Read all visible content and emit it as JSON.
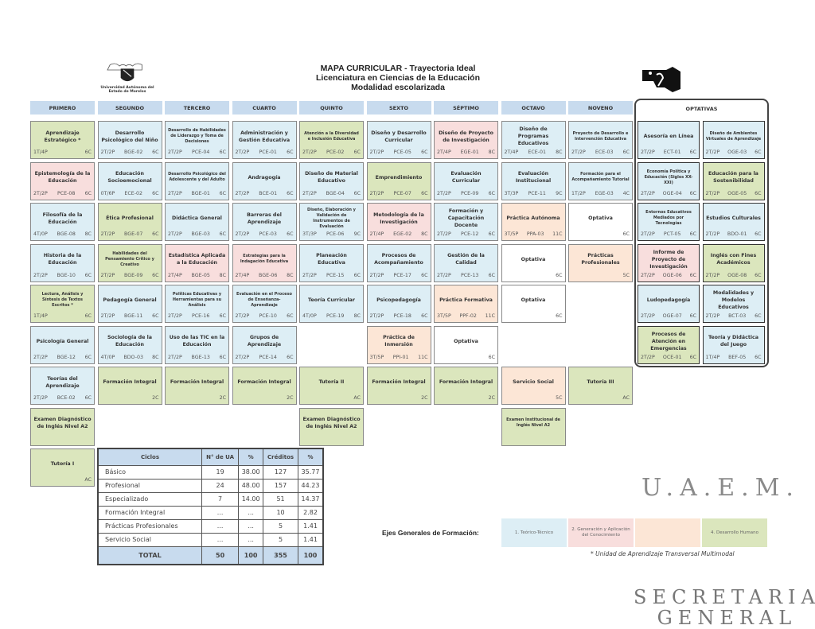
{
  "header": {
    "title": "MAPA CURRICULAR - Trayectoria Ideal",
    "subtitle": "Licenciatura en Ciencias de la Educación",
    "modality": "Modalidad escolarizada",
    "university_line1": "Universidad Autónoma del",
    "university_line2": "Estado de Morelos"
  },
  "semesters": [
    {
      "label": "PRIMERO",
      "courses": [
        {
          "name": "Aprendizaje Estratégico *",
          "hours": "1T/4P",
          "code": "",
          "credits": "6C",
          "type": "green"
        },
        {
          "name": "Epistemología de la Educación",
          "hours": "2T/2P",
          "code": "PCE-08",
          "credits": "6C",
          "type": "pink"
        },
        {
          "name": "Filosofía de la Educación",
          "hours": "4T/0P",
          "code": "BGE-08",
          "credits": "8C",
          "type": "blue"
        },
        {
          "name": "Historia de la Educación",
          "hours": "2T/2P",
          "code": "BGE-10",
          "credits": "6C",
          "type": "blue"
        },
        {
          "name": "Lectura, Análisis y Síntesis de Textos Escritos *",
          "hours": "1T/4P",
          "code": "",
          "credits": "6C",
          "type": "green"
        },
        {
          "name": "Psicología General",
          "hours": "2T/2P",
          "code": "BGE-12",
          "credits": "6C",
          "type": "blue"
        },
        {
          "name": "Teorías del Aprendizaje",
          "hours": "2T/2P",
          "code": "BCE-02",
          "credits": "6C",
          "type": "blue"
        },
        {
          "name": "Examen Diagnóstico de Inglés Nivel A2",
          "hours": "",
          "code": "",
          "credits": "",
          "type": "green"
        },
        {
          "name": "Tutoría I",
          "hours": "",
          "code": "",
          "credits": "AC",
          "type": "green"
        }
      ]
    },
    {
      "label": "SEGUNDO",
      "courses": [
        {
          "name": "Desarrollo Psicológico del Niño",
          "hours": "2T/2P",
          "code": "BGE-02",
          "credits": "6C",
          "type": "blue"
        },
        {
          "name": "Educación Socioemocional",
          "hours": "0T/6P",
          "code": "ECE-02",
          "credits": "6C",
          "type": "blue"
        },
        {
          "name": "Ética Profesional",
          "hours": "2T/2P",
          "code": "BGE-07",
          "credits": "6C",
          "type": "green"
        },
        {
          "name": "Habilidades del Pensamiento Crítico y Creativo",
          "hours": "2T/2P",
          "code": "BGE-09",
          "credits": "6C",
          "type": "green"
        },
        {
          "name": "Pedagogía General",
          "hours": "2T/2P",
          "code": "BGE-11",
          "credits": "6C",
          "type": "blue"
        },
        {
          "name": "Sociología de la Educación",
          "hours": "4T/0P",
          "code": "BDO-03",
          "credits": "8C",
          "type": "blue"
        },
        {
          "name": "Formación Integral",
          "hours": "",
          "code": "",
          "credits": "2C",
          "type": "green"
        }
      ]
    },
    {
      "label": "TERCERO",
      "courses": [
        {
          "name": "Desarrollo de Habilidades de Liderazgo y Toma de Decisiones",
          "hours": "2T/2P",
          "code": "PCE-04",
          "credits": "6C",
          "type": "blue"
        },
        {
          "name": "Desarrollo Psicológico del Adolescente y del Adulto",
          "hours": "2T/2P",
          "code": "BGE-01",
          "credits": "6C",
          "type": "blue"
        },
        {
          "name": "Didáctica General",
          "hours": "2T/2P",
          "code": "BGE-03",
          "credits": "6C",
          "type": "blue"
        },
        {
          "name": "Estadística Aplicada a la Educación",
          "hours": "2T/4P",
          "code": "BGE-05",
          "credits": "8C",
          "type": "pink"
        },
        {
          "name": "Políticas Educativas y Herramientas para su Análisis",
          "hours": "2T/2P",
          "code": "PCE-16",
          "credits": "6C",
          "type": "blue"
        },
        {
          "name": "Uso de las TIC en la Educación",
          "hours": "2T/2P",
          "code": "BGE-13",
          "credits": "6C",
          "type": "blue"
        },
        {
          "name": "Formación Integral",
          "hours": "",
          "code": "",
          "credits": "2C",
          "type": "green"
        }
      ]
    },
    {
      "label": "CUARTO",
      "courses": [
        {
          "name": "Administración y Gestión Educativa",
          "hours": "2T/2P",
          "code": "PCE-01",
          "credits": "6C",
          "type": "blue"
        },
        {
          "name": "Andragogía",
          "hours": "2T/2P",
          "code": "BCE-01",
          "credits": "6C",
          "type": "blue"
        },
        {
          "name": "Barreras del Aprendizaje",
          "hours": "2T/2P",
          "code": "PCE-03",
          "credits": "6C",
          "type": "blue"
        },
        {
          "name": "Estrategias para la Indagación Educativa",
          "hours": "2T/4P",
          "code": "BGE-06",
          "credits": "8C",
          "type": "pink"
        },
        {
          "name": "Evaluación en el Proceso de Enseñanza-Aprendizaje",
          "hours": "2T/2P",
          "code": "PCE-10",
          "credits": "6C",
          "type": "blue"
        },
        {
          "name": "Grupos de Aprendizaje",
          "hours": "2T/2P",
          "code": "PCE-14",
          "credits": "6C",
          "type": "blue"
        },
        {
          "name": "Formación Integral",
          "hours": "",
          "code": "",
          "credits": "2C",
          "type": "green"
        }
      ]
    },
    {
      "label": "QUINTO",
      "courses": [
        {
          "name": "Atención a la Diversidad e Inclusión Educativa",
          "hours": "2T/2P",
          "code": "PCE-02",
          "credits": "6C",
          "type": "green"
        },
        {
          "name": "Diseño de Material Educativo",
          "hours": "2T/2P",
          "code": "BGE-04",
          "credits": "6C",
          "type": "blue"
        },
        {
          "name": "Diseño, Elaboración y Validación de Instrumentos de Evaluación",
          "hours": "3T/3P",
          "code": "PCE-06",
          "credits": "9C",
          "type": "blue"
        },
        {
          "name": "Planeación Educativa",
          "hours": "2T/2P",
          "code": "PCE-15",
          "credits": "6C",
          "type": "blue"
        },
        {
          "name": "Teoría Curricular",
          "hours": "4T/0P",
          "code": "PCE-19",
          "credits": "8C",
          "type": "blue"
        },
        null,
        {
          "name": "Tutoría II",
          "hours": "",
          "code": "",
          "credits": "AC",
          "type": "green"
        },
        {
          "name": "Examen Diagnóstico de Inglés Nivel A2",
          "hours": "",
          "code": "",
          "credits": "",
          "type": "green"
        }
      ]
    },
    {
      "label": "SEXTO",
      "courses": [
        {
          "name": "Diseño y Desarrollo Curricular",
          "hours": "2T/2P",
          "code": "PCE-05",
          "credits": "6C",
          "type": "blue"
        },
        {
          "name": "Emprendimiento",
          "hours": "2T/2P",
          "code": "PCE-07",
          "credits": "6C",
          "type": "green"
        },
        {
          "name": "Metodología de la Investigación",
          "hours": "2T/4P",
          "code": "EGE-02",
          "credits": "8C",
          "type": "pink"
        },
        {
          "name": "Procesos de Acompañamiento",
          "hours": "2T/2P",
          "code": "PCE-17",
          "credits": "6C",
          "type": "blue"
        },
        {
          "name": "Psicopedagogía",
          "hours": "2T/2P",
          "code": "PCE-18",
          "credits": "6C",
          "type": "blue"
        },
        {
          "name": "Práctica de Inmersión",
          "hours": "3T/5P",
          "code": "PPI-01",
          "credits": "11C",
          "type": "peach"
        },
        {
          "name": "Formación Integral",
          "hours": "",
          "code": "",
          "credits": "2C",
          "type": "green"
        }
      ]
    },
    {
      "label": "SÉPTIMO",
      "courses": [
        {
          "name": "Diseño de Proyecto de Investigación",
          "hours": "2T/4P",
          "code": "EGE-01",
          "credits": "8C",
          "type": "pink"
        },
        {
          "name": "Evaluación Curricular",
          "hours": "2T/2P",
          "code": "PCE-09",
          "credits": "6C",
          "type": "blue"
        },
        {
          "name": "Formación y Capacitación Docente",
          "hours": "2T/2P",
          "code": "PCE-12",
          "credits": "6C",
          "type": "blue"
        },
        {
          "name": "Gestión de la Calidad",
          "hours": "2T/2P",
          "code": "PCE-13",
          "credits": "6C",
          "type": "blue"
        },
        {
          "name": "Práctica Formativa",
          "hours": "3T/5P",
          "code": "PPF-02",
          "credits": "11C",
          "type": "peach"
        },
        {
          "name": "Optativa",
          "hours": "",
          "code": "",
          "credits": "6C",
          "type": "white"
        },
        {
          "name": "Formación Integral",
          "hours": "",
          "code": "",
          "credits": "2C",
          "type": "green"
        }
      ]
    },
    {
      "label": "OCTAVO",
      "courses": [
        {
          "name": "Diseño de Programas Educativos",
          "hours": "2T/4P",
          "code": "ECE-01",
          "credits": "8C",
          "type": "blue"
        },
        {
          "name": "Evaluación Institucional",
          "hours": "3T/3P",
          "code": "PCE-11",
          "credits": "9C",
          "type": "blue"
        },
        {
          "name": "Práctica Autónoma",
          "hours": "3T/5P",
          "code": "PPA-03",
          "credits": "11C",
          "type": "peach"
        },
        {
          "name": "Optativa",
          "hours": "",
          "code": "",
          "credits": "6C",
          "type": "white"
        },
        {
          "name": "Optativa",
          "hours": "",
          "code": "",
          "credits": "6C",
          "type": "white"
        },
        null,
        {
          "name": "Servicio Social",
          "hours": "",
          "code": "",
          "credits": "5C",
          "type": "peach"
        },
        {
          "name": "Examen Institucional de Inglés Nivel A2",
          "hours": "",
          "code": "",
          "credits": "",
          "type": "green"
        }
      ]
    },
    {
      "label": "NOVENO",
      "courses": [
        {
          "name": "Proyecto de Desarrollo e Intervención Educativa",
          "hours": "2T/2P",
          "code": "ECE-03",
          "credits": "6C",
          "type": "blue"
        },
        {
          "name": "Formación para el Acompañamiento Tutorial",
          "hours": "1T/2P",
          "code": "EGE-03",
          "credits": "4C",
          "type": "blue"
        },
        {
          "name": "Optativa",
          "hours": "",
          "code": "",
          "credits": "6C",
          "type": "white"
        },
        {
          "name": "Prácticas Profesionales",
          "hours": "",
          "code": "",
          "credits": "5C",
          "type": "peach"
        },
        null,
        null,
        {
          "name": "Tutoría III",
          "hours": "",
          "code": "",
          "credits": "AC",
          "type": "green"
        }
      ]
    }
  ],
  "optativas": {
    "label": "OPTATIVAS",
    "courses": [
      {
        "name": "Asesoría en Línea",
        "hours": "2T/2P",
        "code": "ECT-01",
        "credits": "6C",
        "type": "blue"
      },
      {
        "name": "Diseño de Ambientes Virtuales de Aprendizaje",
        "hours": "2T/2P",
        "code": "OGE-03",
        "credits": "6C",
        "type": "blue"
      },
      {
        "name": "Economía Política y Educación (Siglos XX-XXI)",
        "hours": "2T/2P",
        "code": "OGE-04",
        "credits": "6C",
        "type": "blue"
      },
      {
        "name": "Educación para la Sostenibilidad",
        "hours": "2T/2P",
        "code": "OGE-05",
        "credits": "6C",
        "type": "green"
      },
      {
        "name": "Entornos Educativos Mediados por Tecnologías",
        "hours": "2T/2P",
        "code": "PCT-05",
        "credits": "6C",
        "type": "blue"
      },
      {
        "name": "Estudios Culturales",
        "hours": "2T/2P",
        "code": "BDO-01",
        "credits": "6C",
        "type": "blue"
      },
      {
        "name": "Informe de Proyecto de Investigación",
        "hours": "2T/2P",
        "code": "OGE-06",
        "credits": "6C",
        "type": "pink"
      },
      {
        "name": "Inglés con Fines Académicos",
        "hours": "2T/2P",
        "code": "OGE-08",
        "credits": "6C",
        "type": "green"
      },
      {
        "name": "Ludopedagogía",
        "hours": "2T/2P",
        "code": "OGE-07",
        "credits": "6C",
        "type": "blue"
      },
      {
        "name": "Modalidades y Modelos Educativos",
        "hours": "2T/2P",
        "code": "BCT-03",
        "credits": "6C",
        "type": "blue"
      },
      {
        "name": "Procesos de Atención en Emergencias",
        "hours": "2T/2P",
        "code": "OCE-01",
        "credits": "6C",
        "type": "green"
      },
      {
        "name": "Teoría y Didáctica del Juego",
        "hours": "1T/4P",
        "code": "BEF-05",
        "credits": "6C",
        "type": "blue"
      }
    ]
  },
  "stats": {
    "headers": [
      "Ciclos",
      "N° de UA",
      "%",
      "Créditos",
      "%"
    ],
    "rows": [
      [
        "Básico",
        "19",
        "38.00",
        "127",
        "35.77"
      ],
      [
        "Profesional",
        "24",
        "48.00",
        "157",
        "44.23"
      ],
      [
        "Especializado",
        "7",
        "14.00",
        "51",
        "14.37"
      ],
      [
        "Formación Integral",
        "...",
        "...",
        "10",
        "2.82"
      ],
      [
        "Prácticas Profesionales",
        "...",
        "...",
        "5",
        "1.41"
      ],
      [
        "Servicio Social",
        "...",
        "...",
        "5",
        "1.41"
      ]
    ],
    "total": [
      "TOTAL",
      "50",
      "100",
      "355",
      "100"
    ]
  },
  "legend": {
    "label": "Ejes Generales de Formación:",
    "items": [
      {
        "text": "1. Teórico-Técnico",
        "type": "blue"
      },
      {
        "text": "2. Generación y Aplicación del Conocimiento",
        "type": "pink"
      },
      {
        "text": "",
        "type": "peach"
      },
      {
        "text": "4. Desarrollo Humano",
        "type": "green"
      }
    ]
  },
  "footnote": "* Unidad de Aprendizaje Transversal Multimodal",
  "stamp": {
    "line1": "U.A.E.M.",
    "line2": "SECRETARIA",
    "line3": "GENERAL"
  }
}
